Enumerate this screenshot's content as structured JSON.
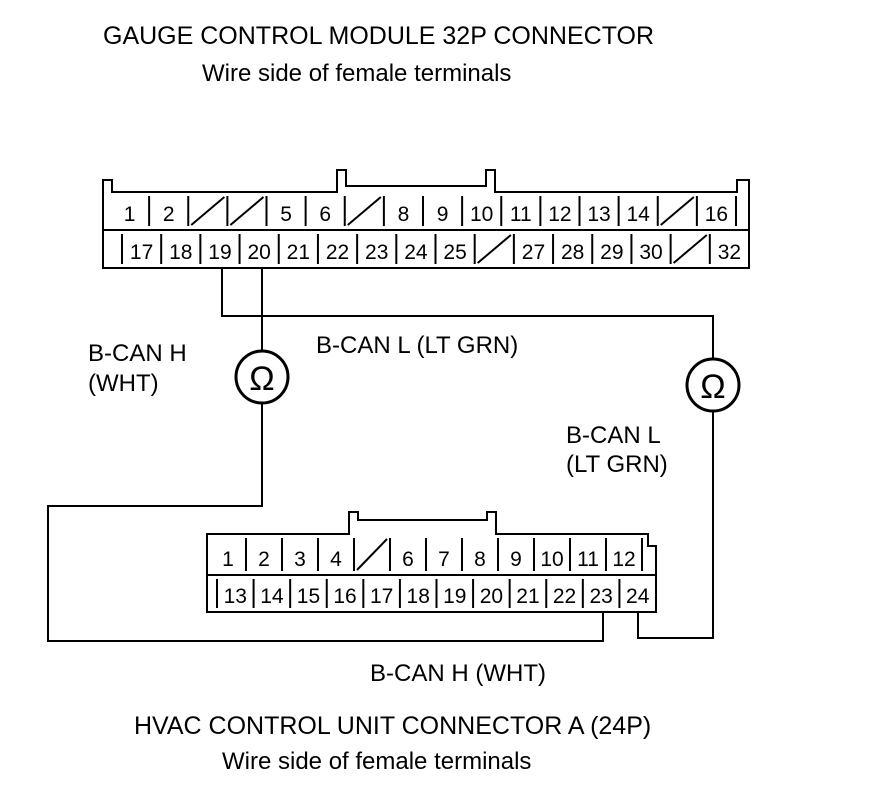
{
  "gauge_connector": {
    "title": "GAUGE CONTROL MODULE 32P CONNECTOR",
    "subtitle": "Wire side of female terminals",
    "row1": [
      "1",
      "2",
      "",
      "",
      "5",
      "6",
      "",
      "8",
      "9",
      "10",
      "11",
      "12",
      "13",
      "14",
      "",
      "16"
    ],
    "row2": [
      "17",
      "18",
      "19",
      "20",
      "21",
      "22",
      "23",
      "24",
      "25",
      "",
      "27",
      "28",
      "29",
      "30",
      "",
      "32"
    ]
  },
  "hvac_connector": {
    "title": "HVAC CONTROL UNIT CONNECTOR A (24P)",
    "subtitle": "Wire side of female terminals",
    "row1": [
      "1",
      "2",
      "3",
      "4",
      "",
      "6",
      "7",
      "8",
      "9",
      "10",
      "11",
      "12"
    ],
    "row2": [
      "13",
      "14",
      "15",
      "16",
      "17",
      "18",
      "19",
      "20",
      "21",
      "22",
      "23",
      "24"
    ]
  },
  "wires": {
    "bcan_h_left_line1": "B-CAN H",
    "bcan_h_left_line2": "(WHT)",
    "bcan_l_top": "B-CAN L (LT GRN)",
    "bcan_l_right_line1": "B-CAN L",
    "bcan_l_right_line2": "(LT GRN)",
    "bcan_h_bottom": "B-CAN H (WHT)"
  },
  "meters": {
    "symbol": "Ω"
  }
}
